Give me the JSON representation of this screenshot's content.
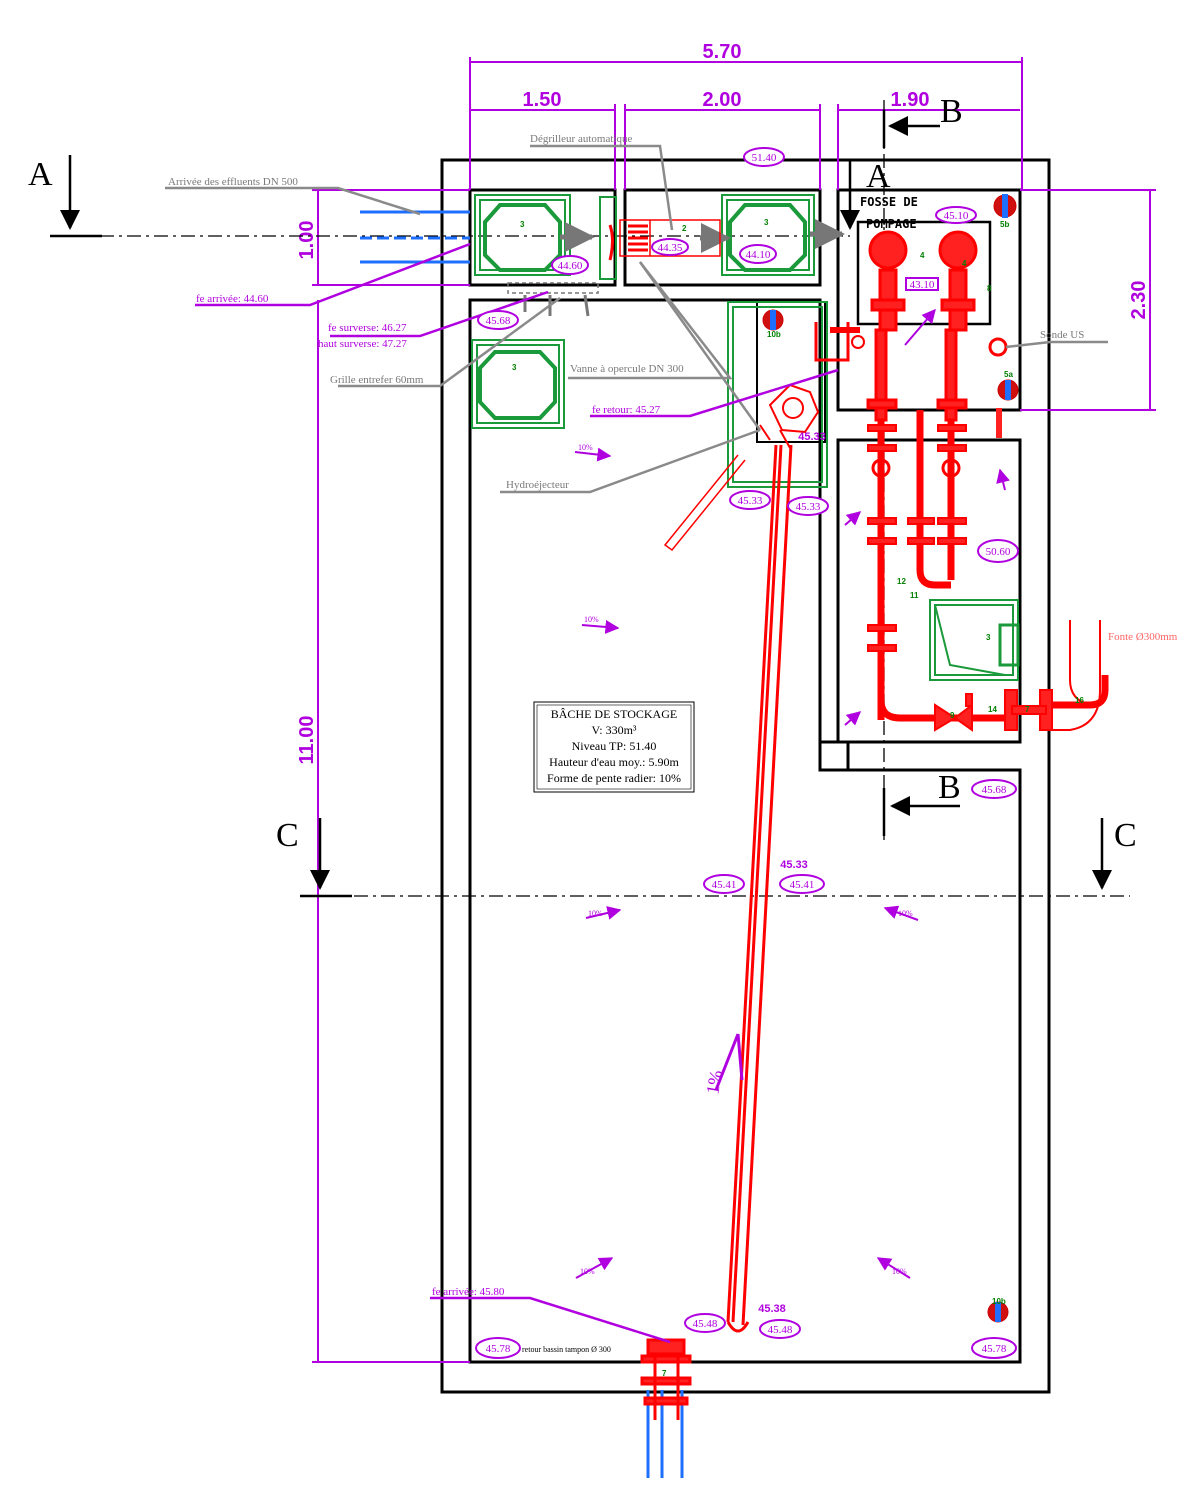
{
  "dimensions": {
    "total_width": "5.70",
    "w1": "1.50",
    "w2": "2.00",
    "w3": "1.90",
    "h_top": "1.00",
    "h_pump": "2.30",
    "h_total": "11.00"
  },
  "sections": {
    "a_left": "A",
    "a_right": "A",
    "b_top": "B",
    "b_bottom": "B",
    "c_left": "C",
    "c_right": "C"
  },
  "labels": {
    "arrivee_effluents": "Arrivée des effluents DN 500",
    "degrilleur": "Dégrilleur automatique",
    "fe_arrivee": "fe arrivée: 44.60",
    "fe_surverse": "fe surverse: 46.27",
    "haut_surverse": "haut surverse: 47.27",
    "grille": "Grille entrefer 60mm",
    "vanne": "Vanne à opercule DN 300",
    "fe_retour": "fe retour: 45.27",
    "hydroejecteur": "Hydroéjecteur",
    "sonde": "Sonde US",
    "fonte": "Fonte Ø300mm",
    "fe_arrivee_bottom": "fe arrivée: 45.80",
    "retour_bassin": "retour bassin tampon Ø 300",
    "fosse_line1": "FOSSE DE",
    "fosse_line2": "POMPAGE"
  },
  "storage_box": {
    "title": "BÂCHE DE STOCKAGE",
    "volume": "V: 330m³",
    "niveau": "Niveau TP: 51.40",
    "hauteur": "Hauteur d'eau moy.: 5.90m",
    "pente": "Forme de pente radier: 10%"
  },
  "levels": {
    "l1": "51.40",
    "l2": "44.35",
    "l3": "44.10",
    "l4": "45.10",
    "l5": "44.60",
    "l6": "45.68",
    "l7": "43.10",
    "l8": "45.33",
    "l9": "45.33",
    "l10": "45.33",
    "l11": "50.60",
    "l12": "45.68",
    "l13": "45.41",
    "l14": "45.41",
    "l15": "45.33",
    "l16": "45.48",
    "l17": "45.48",
    "l18": "45.78",
    "l19": "45.78",
    "l20": "45.38"
  },
  "slopes": {
    "s1": "10%",
    "s2": "10%",
    "s3": "10%",
    "s4": "10%",
    "s5": "10%",
    "s6": "10%",
    "s7": "1%"
  },
  "tags": {
    "t3a": "3",
    "t3b": "3",
    "t3c": "3",
    "t2": "2",
    "t4a": "4",
    "t4b": "4",
    "t8": "8",
    "t5a": "5a",
    "t5b": "5b",
    "t10": "10b",
    "t11": "11",
    "t12": "12",
    "t3d": "3",
    "t9": "9",
    "t14": "14",
    "t7": "7",
    "t16": "16",
    "t7b": "7",
    "t10c": "10b"
  }
}
